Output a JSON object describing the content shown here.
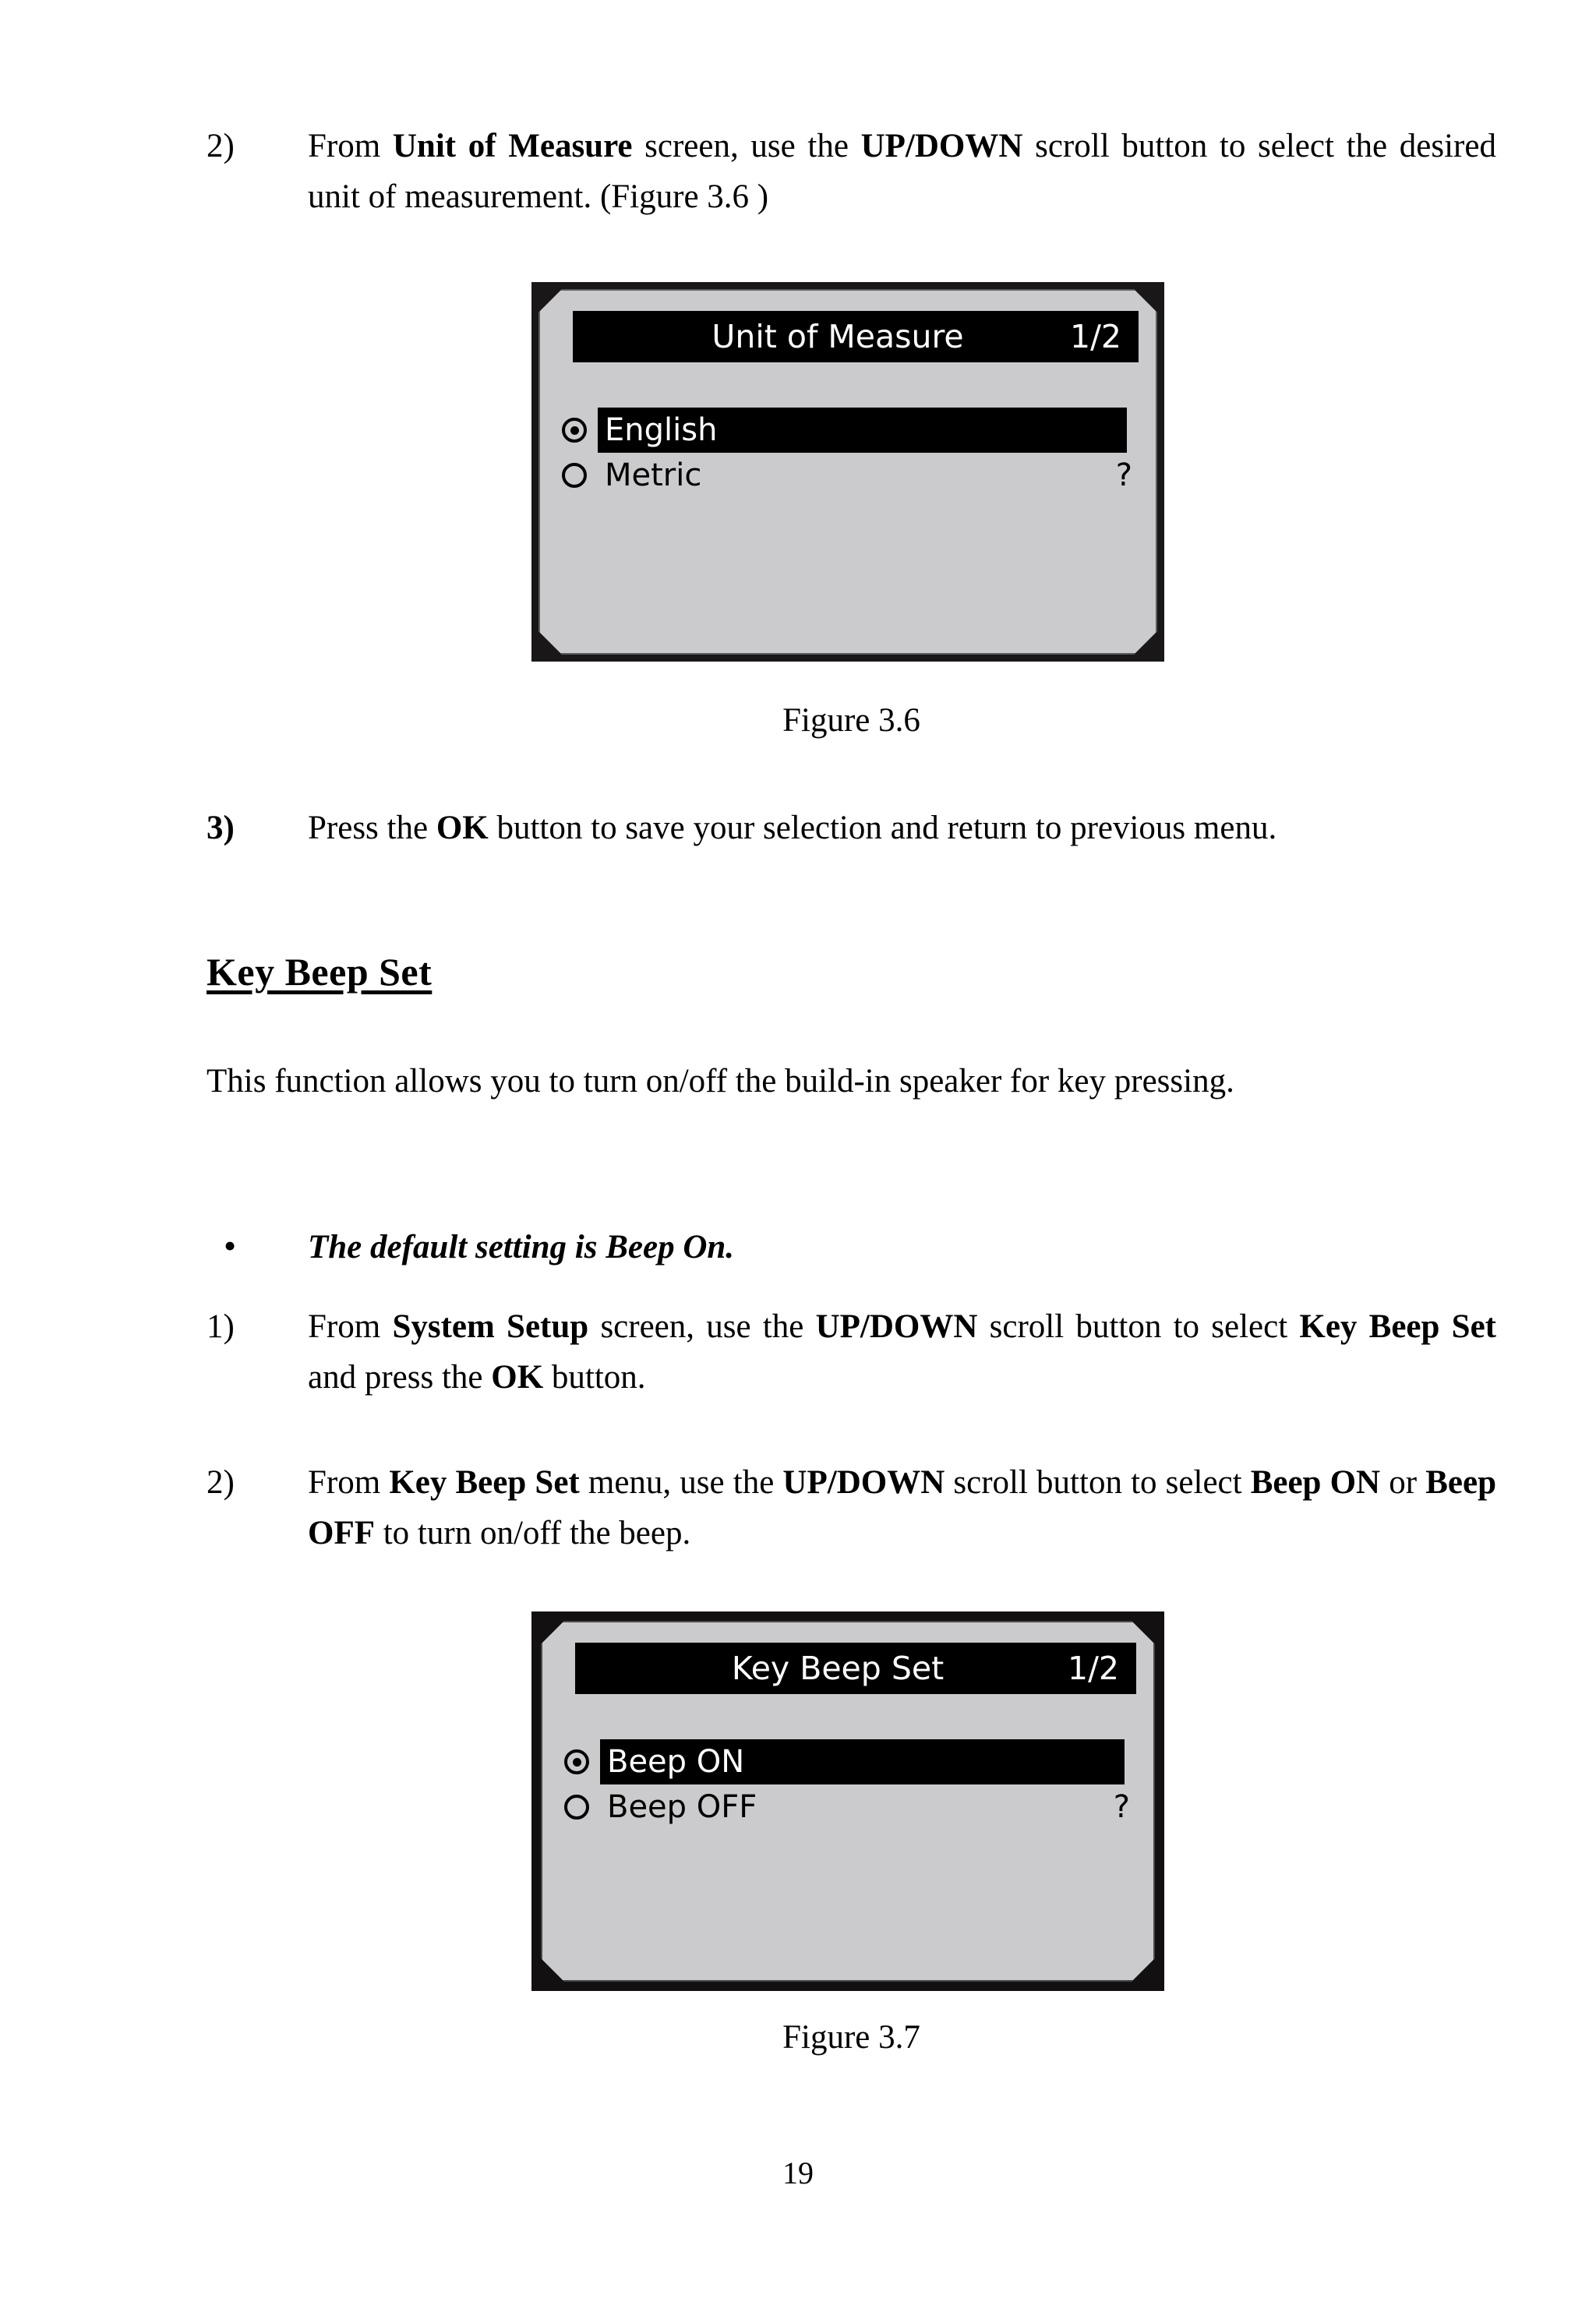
{
  "page": {
    "number": "19"
  },
  "steps": {
    "step2_unit": {
      "marker": "2)",
      "segments": [
        {
          "text": "From ",
          "style": "normal"
        },
        {
          "text": "Unit of Measure",
          "style": "bold"
        },
        {
          "text": " screen, use the ",
          "style": "normal"
        },
        {
          "text": "UP/DOWN",
          "style": "bold"
        },
        {
          "text": " scroll button to select the desired unit of measurement. (Figure 3.6 )",
          "style": "normal"
        }
      ]
    },
    "step3_ok": {
      "marker": "3)",
      "marker_bold": true,
      "segments": [
        {
          "text": "Press the ",
          "style": "normal"
        },
        {
          "text": "OK",
          "style": "bold"
        },
        {
          "text": " button to save your selection and return to previous menu.",
          "style": "normal"
        }
      ]
    },
    "step1_beep": {
      "marker": "1)",
      "segments": [
        {
          "text": "From ",
          "style": "normal"
        },
        {
          "text": "System Setup",
          "style": "bold"
        },
        {
          "text": " screen, use the ",
          "style": "normal"
        },
        {
          "text": "UP/DOWN",
          "style": "bold"
        },
        {
          "text": " scroll button to select ",
          "style": "normal"
        },
        {
          "text": "Key Beep Set",
          "style": "bold"
        },
        {
          "text": " and press the ",
          "style": "normal"
        },
        {
          "text": "OK",
          "style": "bold"
        },
        {
          "text": " button.",
          "style": "normal"
        }
      ]
    },
    "step2_beep": {
      "marker": "2)",
      "segments": [
        {
          "text": "From ",
          "style": "normal"
        },
        {
          "text": "Key Beep Set",
          "style": "bold"
        },
        {
          "text": " menu, use the ",
          "style": "normal"
        },
        {
          "text": "UP/DOWN",
          "style": "bold"
        },
        {
          "text": " scroll button to select ",
          "style": "normal"
        },
        {
          "text": "Beep ON",
          "style": "bold"
        },
        {
          "text": " or ",
          "style": "normal"
        },
        {
          "text": "Beep OFF",
          "style": "bold"
        },
        {
          "text": " to turn on/off the beep.",
          "style": "normal"
        }
      ]
    }
  },
  "section": {
    "heading": "Key Beep Set",
    "description": "This function allows you to turn on/off the build-in speaker for key pressing.",
    "bullet": {
      "glyph": "•",
      "text": "The default setting is Beep On."
    }
  },
  "captions": {
    "figure36": "Figure 3.6",
    "figure37": "Figure 3.7"
  },
  "figures": [
    {
      "id": "unit-of-measure",
      "title": "Unit of Measure",
      "page_indicator": "1/2",
      "options": [
        {
          "label": "English",
          "selected": true,
          "highlighted": true,
          "help": ""
        },
        {
          "label": "Metric",
          "selected": false,
          "highlighted": false,
          "help": "?"
        }
      ],
      "colors": {
        "bezel": "#1a1718",
        "screen": "#cbcbcd",
        "titlebar_bg": "#000000",
        "titlebar_fg": "#ffffff",
        "highlight_bg": "#000000",
        "highlight_fg": "#ffffff"
      }
    },
    {
      "id": "key-beep-set",
      "title": "Key Beep Set",
      "page_indicator": "1/2",
      "options": [
        {
          "label": "Beep ON",
          "selected": true,
          "highlighted": true,
          "help": ""
        },
        {
          "label": "Beep OFF",
          "selected": false,
          "highlighted": false,
          "help": "?"
        }
      ],
      "colors": {
        "bezel": "#131011",
        "screen": "#cbcbcd",
        "titlebar_bg": "#000000",
        "titlebar_fg": "#ffffff",
        "highlight_bg": "#000000",
        "highlight_fg": "#ffffff"
      }
    }
  ]
}
